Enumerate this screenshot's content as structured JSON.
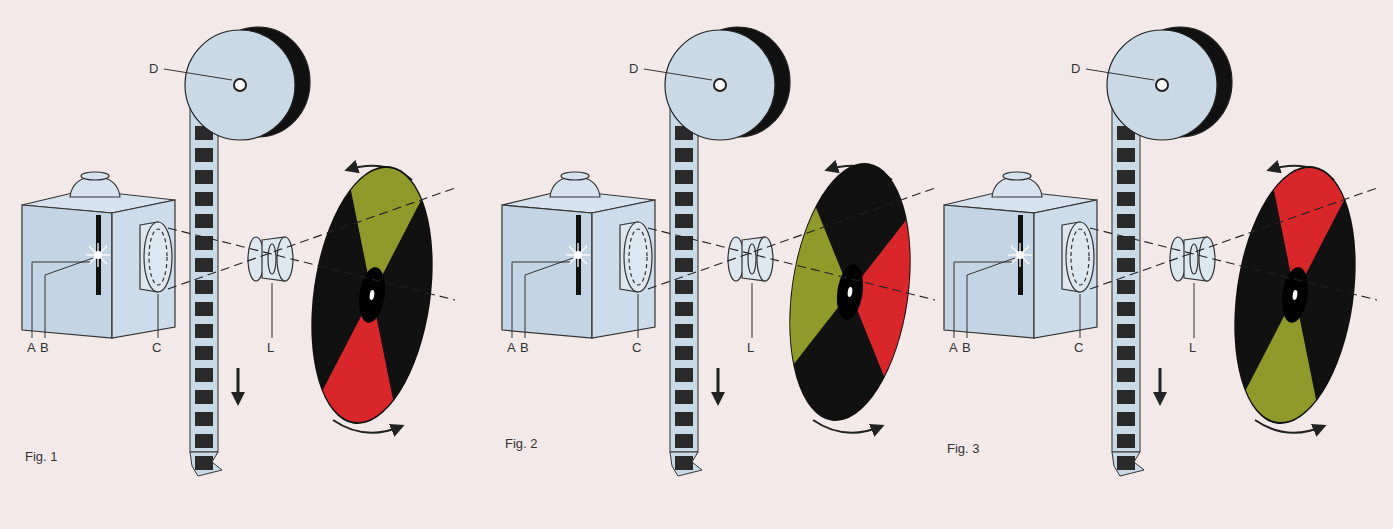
{
  "diagram": {
    "labels": [
      "D",
      "A",
      "B",
      "C",
      "L",
      "Fig. 1",
      "D",
      "A",
      "B",
      "C",
      "L",
      "Fig. 2",
      "D",
      "A",
      "B",
      "C",
      "L",
      "Fig. 3"
    ]
  }
}
